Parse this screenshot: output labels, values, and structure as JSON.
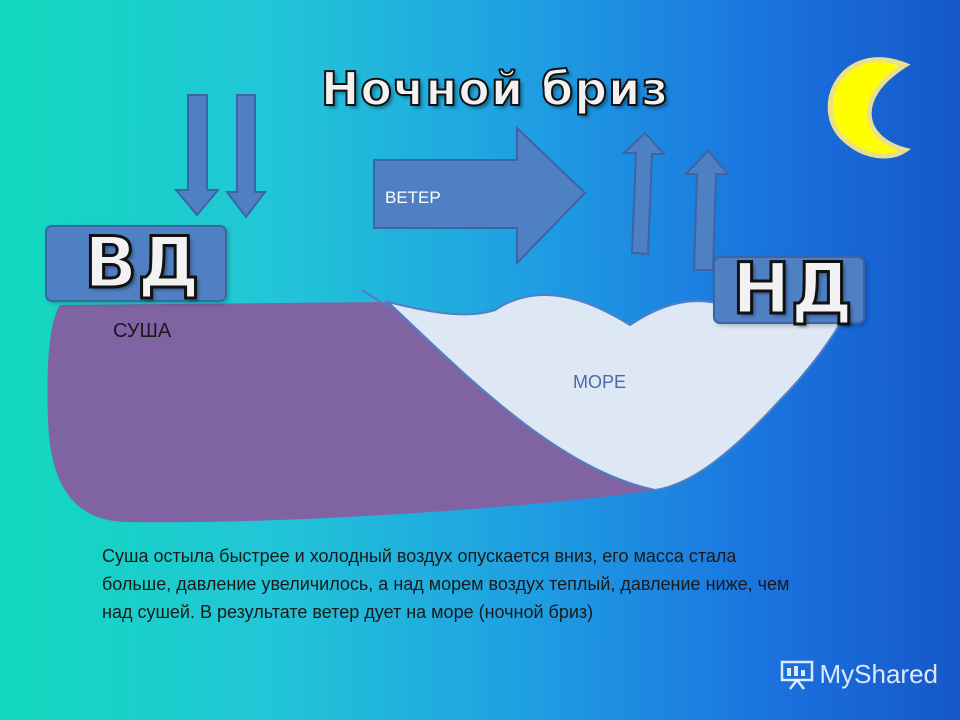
{
  "title": "Ночной бриз",
  "labels": {
    "high_pressure": "ВД",
    "low_pressure": "НД",
    "land": "СУША",
    "sea": "МОРЕ",
    "wind": "ВЕТЕР"
  },
  "caption": "Суша остыла быстрее и холодный воздух опускается вниз, его масса стала больше, давление увеличилось, а над морем воздух теплый, давление ниже, чем над сушей. В результате ветер дует на море (ночной бриз)",
  "watermark": "MyShared",
  "colors": {
    "land": "#7f63a3",
    "sea": "#dde8f4",
    "arrow": "#4f80c4",
    "moon": "#ffff00"
  },
  "icons": [
    "moon-icon",
    "presentation-icon"
  ]
}
